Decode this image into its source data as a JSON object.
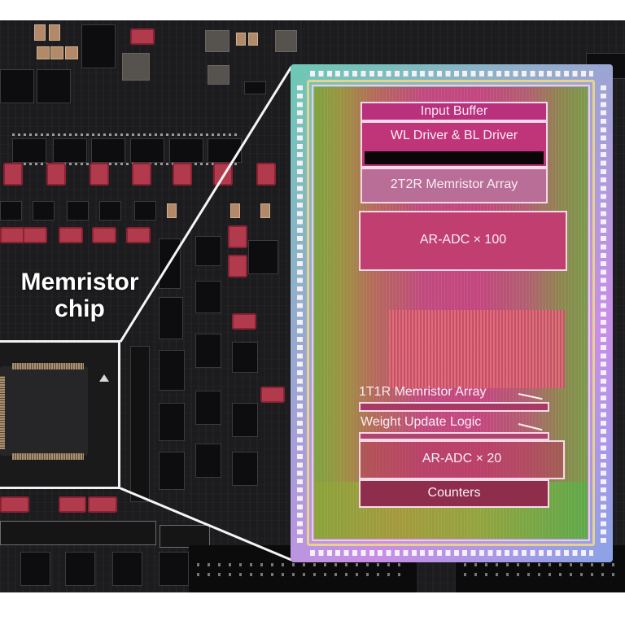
{
  "image": {
    "description": "Photo of a circuit board with a memristor chip, and a zoomed-in die micrograph with labeled functional blocks",
    "background_color": "#ffffff"
  },
  "board": {
    "chip_label_line1": "Memristor",
    "chip_label_line2": "chip"
  },
  "die": {
    "blocks": [
      {
        "id": "input-buffer",
        "label": "Input Buffer"
      },
      {
        "id": "wl-bl-driver",
        "label": "WL Driver & BL Driver"
      },
      {
        "id": "2t2r-array",
        "label": "2T2R Memristor Array"
      },
      {
        "id": "ar-adc-100",
        "label": "AR-ADC × 100"
      },
      {
        "id": "1t1r-array",
        "label": "1T1R Memristor Array"
      },
      {
        "id": "weight-update-logic",
        "label": "Weight Update Logic"
      },
      {
        "id": "ar-adc-20",
        "label": "AR-ADC × 20"
      },
      {
        "id": "counters",
        "label": "Counters"
      }
    ]
  },
  "colors": {
    "pcb": "#1c1c1e",
    "jumper_red": "#b23a4d",
    "outline_white": "#f2f2f2",
    "die_magenta": "#c3467f",
    "die_green": "#7ea33f"
  }
}
